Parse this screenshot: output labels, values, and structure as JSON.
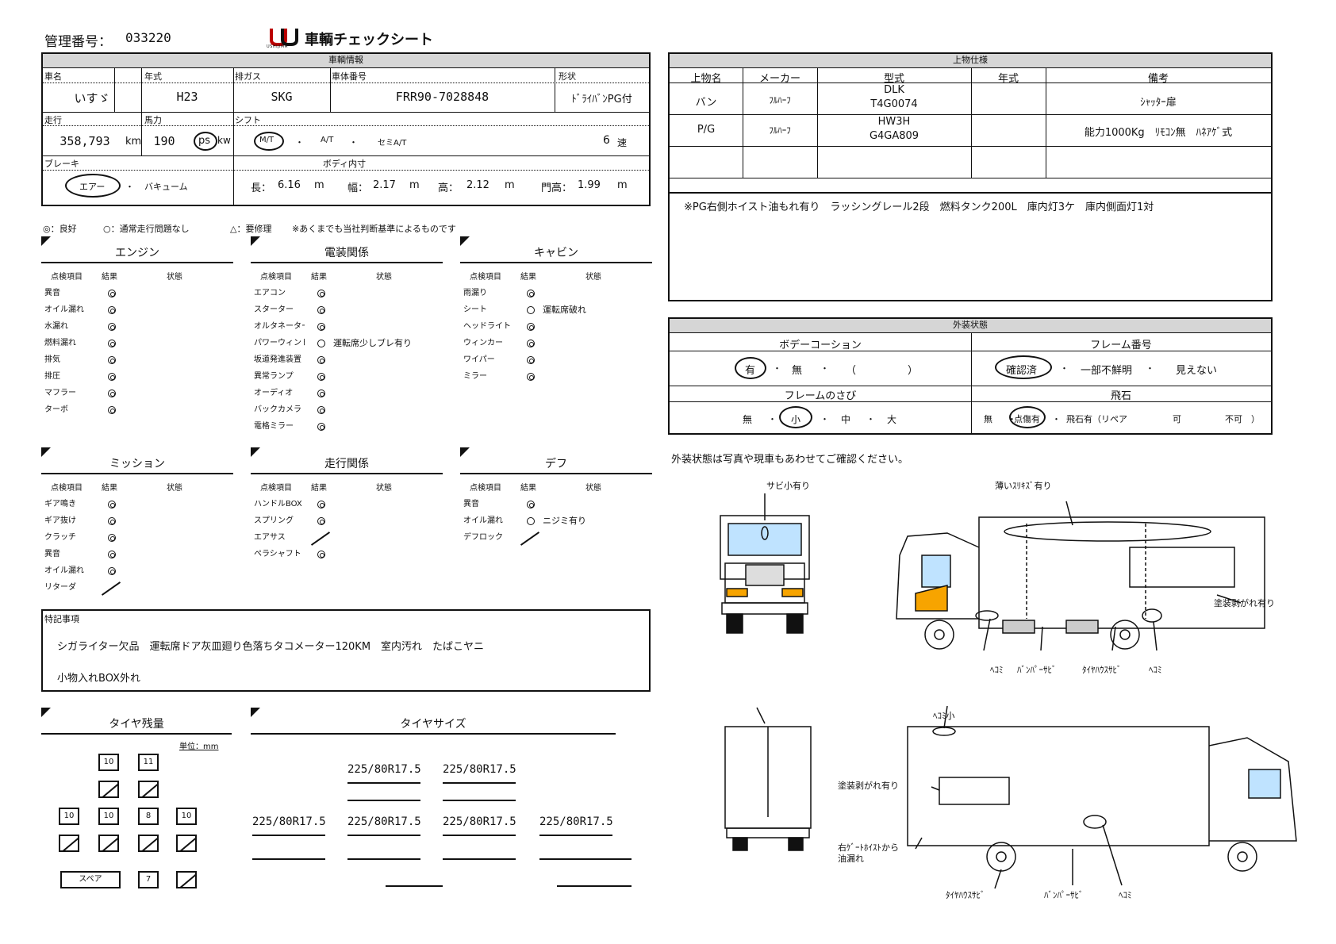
{
  "header": {
    "mgmt_label": "管理番号：",
    "mgmt_no": "033220",
    "logo_text": "USHIJIMA",
    "doc_title": "車輌チェックシート"
  },
  "vehicle_info": {
    "bar": "車輌情報",
    "labels": {
      "maker": "車名",
      "year": "年式",
      "exhaust": "排ガス",
      "chassis": "車体番号",
      "shape": "形状",
      "mileage": "走行",
      "power": "馬力",
      "shift": "シフト",
      "brake": "ブレーキ",
      "body": "ボディ内寸"
    },
    "maker": "いすゞ",
    "year": "H23",
    "exhaust": "SKG",
    "chassis": "FRR90-7028848",
    "shape": "ﾄﾞﾗｲﾊﾞﾝPG付",
    "mileage": "358,793",
    "mileage_unit": "km",
    "power": "190",
    "power_ps": "ps",
    "power_kw": "kw",
    "shift_mt": "M/T",
    "shift_at": "A/T",
    "shift_semi": "セミA/T",
    "shift_sep": "・",
    "gears": "6",
    "gears_unit": "速",
    "brake_air": "エアー",
    "brake_sep": "・",
    "brake_vac": "バキューム",
    "body_len_label": "長：",
    "body_len": "6.16",
    "body_wid_label": "幅：",
    "body_wid": "2.17",
    "body_hei_label": "高：",
    "body_hei": "2.12",
    "body_door_label": "門高：",
    "body_door": "1.99",
    "unit_m": "m"
  },
  "legend": {
    "good": "◎：良好",
    "ok": "○：通常走行問題なし",
    "repair": "△：要修理",
    "note": "※あくまでも当社判断基準によるものです"
  },
  "col_headers": {
    "item": "点検項目",
    "result": "結果",
    "state": "状態"
  },
  "sections": {
    "engine": {
      "title": "エンジン",
      "rows": [
        {
          "item": "異音",
          "mark": "double"
        },
        {
          "item": "オイル漏れ",
          "mark": "double"
        },
        {
          "item": "水漏れ",
          "mark": "double"
        },
        {
          "item": "燃料漏れ",
          "mark": "double"
        },
        {
          "item": "排気",
          "mark": "double"
        },
        {
          "item": "排圧",
          "mark": "double"
        },
        {
          "item": "マフラー",
          "mark": "double"
        },
        {
          "item": "ターボ",
          "mark": "double"
        }
      ]
    },
    "electric": {
      "title": "電装関係",
      "rows": [
        {
          "item": "エアコン",
          "mark": "double"
        },
        {
          "item": "スターター",
          "mark": "double"
        },
        {
          "item": "オルタネーター",
          "mark": "double"
        },
        {
          "item": "パワーウィンド",
          "mark": "single",
          "state": "運転席少しブレ有り"
        },
        {
          "item": "坂道発進装置",
          "mark": "double"
        },
        {
          "item": "異常ランプ",
          "mark": "double"
        },
        {
          "item": "オーディオ",
          "mark": "double"
        },
        {
          "item": "バックカメラ",
          "mark": "double"
        },
        {
          "item": "電格ミラー",
          "mark": "double"
        }
      ]
    },
    "cabin": {
      "title": "キャビン",
      "rows": [
        {
          "item": "雨漏り",
          "mark": "double"
        },
        {
          "item": "シート",
          "mark": "single",
          "state": "運転席破れ"
        },
        {
          "item": "ヘッドライト",
          "mark": "double"
        },
        {
          "item": "ウィンカー",
          "mark": "double"
        },
        {
          "item": "ワイパー",
          "mark": "double"
        },
        {
          "item": "ミラー",
          "mark": "double"
        }
      ]
    },
    "mission": {
      "title": "ミッション",
      "rows": [
        {
          "item": "ギア鳴き",
          "mark": "double"
        },
        {
          "item": "ギア抜け",
          "mark": "double"
        },
        {
          "item": "クラッチ",
          "mark": "double"
        },
        {
          "item": "異音",
          "mark": "double"
        },
        {
          "item": "オイル漏れ",
          "mark": "double"
        },
        {
          "item": "リターダ",
          "mark": "slash"
        }
      ]
    },
    "running": {
      "title": "走行関係",
      "rows": [
        {
          "item": "ハンドルBOX",
          "mark": "double"
        },
        {
          "item": "スプリング",
          "mark": "double"
        },
        {
          "item": "エアサス",
          "mark": "slash"
        },
        {
          "item": "ペラシャフト",
          "mark": "double"
        }
      ]
    },
    "diff": {
      "title": "デフ",
      "rows": [
        {
          "item": "異音",
          "mark": "double"
        },
        {
          "item": "オイル漏れ",
          "mark": "single",
          "state": "ニジミ有り"
        },
        {
          "item": "デフロック",
          "mark": "slash"
        }
      ]
    }
  },
  "notes": {
    "label": "特記事項",
    "line1": "シガライター欠品　運転席ドア灰皿廻り色落ちタコメーター120KM　室内汚れ　たばこヤニ",
    "line2": "小物入れBOX外れ"
  },
  "tire_remain": {
    "title": "タイヤ残量",
    "unit": "単位：mm",
    "front": [
      "10",
      "11"
    ],
    "rear": [
      "10",
      "10",
      "8",
      "10"
    ],
    "spare_label": "スペア",
    "spare": "7"
  },
  "tire_size": {
    "title": "タイヤサイズ",
    "front": [
      "225/80R17.5",
      "225/80R17.5"
    ],
    "rear": [
      "225/80R17.5",
      "225/80R17.5",
      "225/80R17.5",
      "225/80R17.5"
    ]
  },
  "upper": {
    "bar": "上物仕様",
    "headers": [
      "上物名",
      "メーカー",
      "型式",
      "年式",
      "備考"
    ],
    "rows": [
      {
        "name": "バン",
        "maker": "ﾌﾙﾊｰﾌ",
        "model1": "DLK",
        "model2": "T4G0074",
        "year": "",
        "note": "ｼｬｯﾀｰ扉"
      },
      {
        "name": "P/G",
        "maker": "ﾌﾙﾊｰﾌ",
        "model1": "HW3H",
        "model2": "G4GA809",
        "year": "",
        "note": "能力1000Kg　ﾘﾓｺﾝ無　ﾊﾈｱｹﾞ式"
      }
    ],
    "remarks": "※PG右側ホイスト油もれ有り　ラッシングレール2段　燃料タンク200L　庫内灯3ケ　庫内側面灯1対"
  },
  "exterior": {
    "bar": "外装状態",
    "coating_title": "ボデーコーション",
    "coating_yes": "有",
    "coating_no": "無",
    "coating_paren_open": "（",
    "coating_paren_close": "）",
    "frame_no_title": "フレーム番号",
    "frame_confirmed": "確認済",
    "frame_partial": "一部不鮮明",
    "frame_invisible": "見えない",
    "rust_title": "フレームのさび",
    "rust_none": "無",
    "rust_small": "小",
    "rust_mid": "中",
    "rust_large": "大",
    "stone_title": "飛石",
    "stone_none": "無",
    "stone_scratch": "点傷有",
    "stone_chip": "飛石有（リペア",
    "stone_ok": "可",
    "stone_ng": "不可　）",
    "sep": "・"
  },
  "diagram": {
    "caption": "外装状態は写真や現車もあわせてご確認ください。",
    "annots": {
      "front_rust": "サビ小有り",
      "thin_scratch": "薄いｽﾘｷｽﾞ有り",
      "paint_peel_r": "塗装剥がれ有り",
      "dent1": "ﾍｺﾐ",
      "bumper_rust1": "ﾊﾞﾝﾊﾟｰｻﾋﾞ",
      "tirehouse_rust1": "ﾀｲﾔﾊｳｽｻﾋﾞ",
      "dent2": "ﾍｺﾐ",
      "dent_small": "ﾍｺﾐ小",
      "paint_peel_l": "塗装剥がれ有り",
      "hoist_leak1": "右ｹﾞｰﾄﾎｲｽﾄから",
      "hoist_leak2": "油漏れ",
      "tirehouse_rust2": "ﾀｲﾔﾊｳｽｻﾋﾞ",
      "bumper_rust2": "ﾊﾞﾝﾊﾟｰｻﾋﾞ",
      "dent3": "ﾍｺﾐ"
    }
  }
}
